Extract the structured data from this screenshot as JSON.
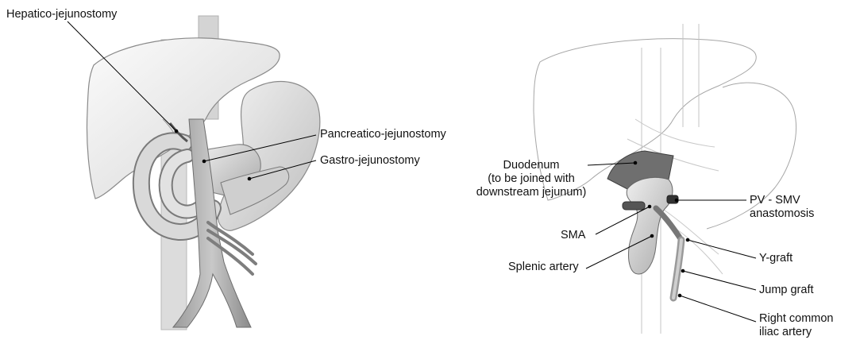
{
  "left_figure": {
    "labels": {
      "hepatico": "Hepatico-jejunostomy",
      "pancreatico": "Pancreatico-jejunostomy",
      "gastro": "Gastro-jejunostomy"
    }
  },
  "right_figure": {
    "labels": {
      "duodenum_1": "Duodenum",
      "duodenum_2": "(to be joined with",
      "duodenum_3": "downstream jejunum)",
      "pv_smv_1": "PV - SMV",
      "pv_smv_2": "anastomosis",
      "sma": "SMA",
      "splenic": "Splenic artery",
      "y_graft": "Y-graft",
      "jump_graft": "Jump graft",
      "iliac_1": "Right common",
      "iliac_2": "iliac artery"
    }
  }
}
